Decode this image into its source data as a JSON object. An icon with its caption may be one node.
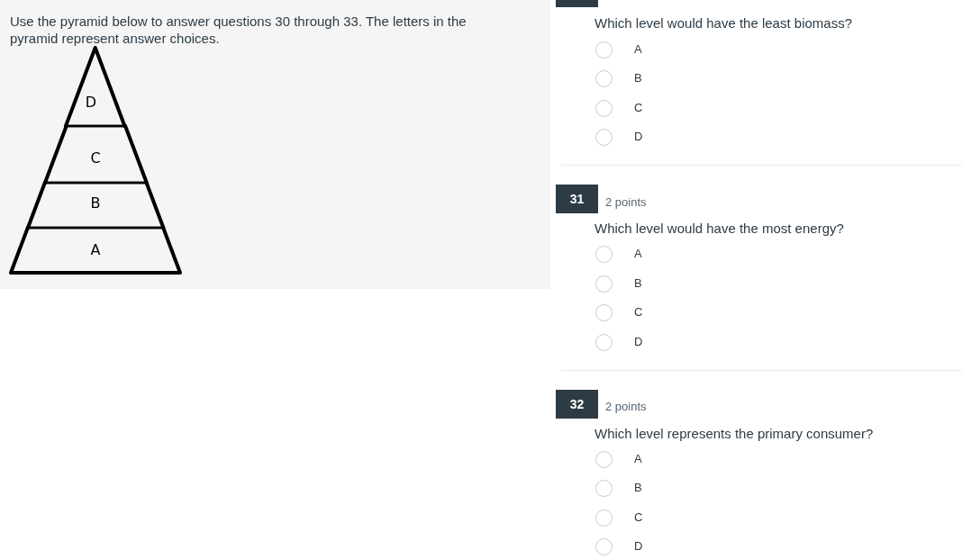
{
  "diagram": {
    "nodes": [
      {
        "text": [
          "D"
        ]
      },
      {
        "text": [
          "C"
        ]
      },
      {
        "text": [
          "B"
        ]
      },
      {
        "text": [
          "A"
        ]
      }
    ],
    "labels": [
      "Use the pyramid below to answer questions 30 through 33. The letters in the pyramid represent answer choices.",
      "Which level would have the least biomass?",
      "A",
      "B",
      "C",
      "D",
      "31",
      "2 points",
      "Which level would have the most energy?",
      "A",
      "B",
      "C",
      "D",
      "32",
      "2 points",
      "Which level represents the primary consumer?",
      "A",
      "B",
      "C",
      "D"
    ]
  }
}
